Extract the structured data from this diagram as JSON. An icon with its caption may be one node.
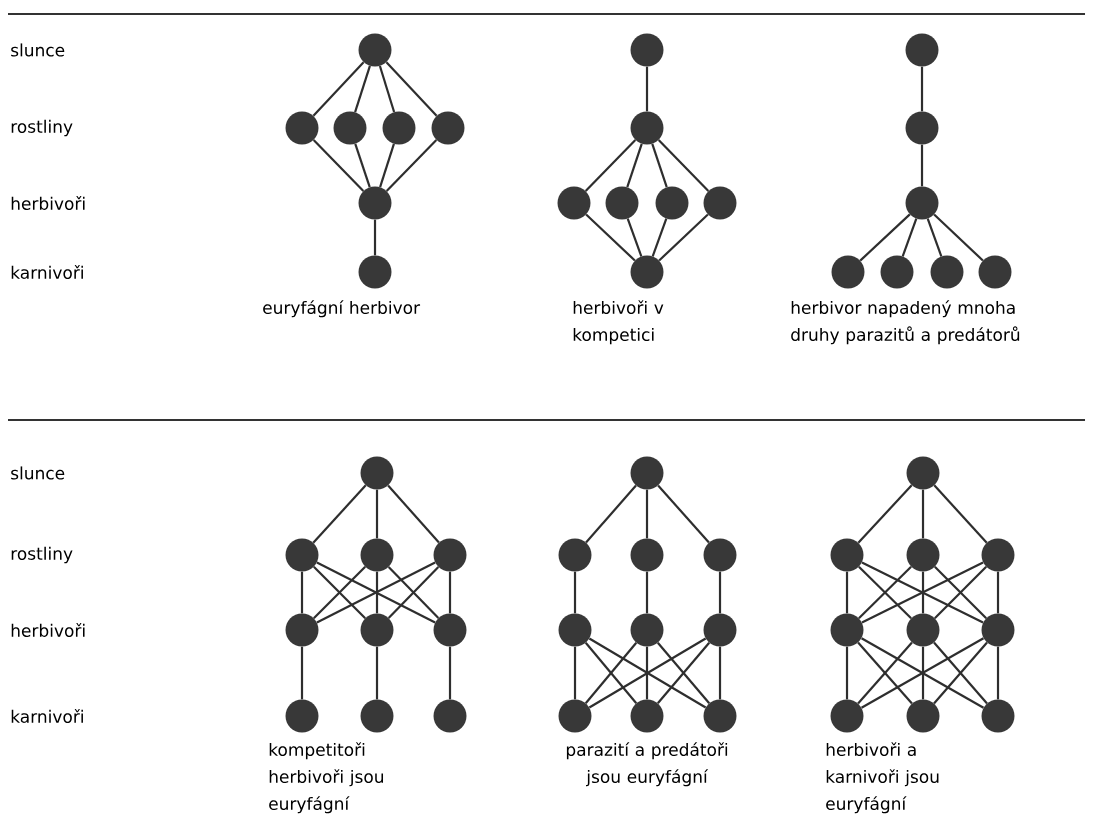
{
  "diagram": {
    "nodes": [
      {
        "text": [],
        "shape": "circle"
      },
      {
        "text": [],
        "shape": "circle"
      },
      {
        "text": [],
        "shape": "circle"
      },
      {
        "text": [],
        "shape": "circle"
      },
      {
        "text": [],
        "shape": "circle"
      },
      {
        "text": [],
        "shape": "circle"
      },
      {
        "text": [],
        "shape": "circle"
      },
      {
        "text": [],
        "shape": "circle"
      },
      {
        "text": [],
        "shape": "circle"
      },
      {
        "text": [],
        "shape": "circle"
      },
      {
        "text": [],
        "shape": "circle"
      },
      {
        "text": [],
        "shape": "circle"
      },
      {
        "text": [],
        "shape": "circle"
      },
      {
        "text": [],
        "shape": "circle"
      },
      {
        "text": [],
        "shape": "circle"
      },
      {
        "text": [],
        "shape": "circle"
      },
      {
        "text": [],
        "shape": "circle"
      },
      {
        "text": [],
        "shape": "circle"
      },
      {
        "text": [],
        "shape": "circle"
      },
      {
        "text": [],
        "shape": "circle"
      },
      {
        "text": [],
        "shape": "circle"
      },
      {
        "text": [],
        "shape": "circle"
      },
      {
        "text": [],
        "shape": "circle"
      },
      {
        "text": [],
        "shape": "circle"
      },
      {
        "text": [],
        "shape": "circle"
      },
      {
        "text": [],
        "shape": "circle"
      },
      {
        "text": [],
        "shape": "circle"
      },
      {
        "text": [],
        "shape": "circle"
      },
      {
        "text": [],
        "shape": "circle"
      },
      {
        "text": [],
        "shape": "circle"
      },
      {
        "text": [],
        "shape": "circle"
      },
      {
        "text": [],
        "shape": "circle"
      },
      {
        "text": [],
        "shape": "circle"
      },
      {
        "text": [],
        "shape": "circle"
      },
      {
        "text": [],
        "shape": "circle"
      },
      {
        "text": [],
        "shape": "circle"
      },
      {
        "text": [],
        "shape": "circle"
      },
      {
        "text": [],
        "shape": "circle"
      },
      {
        "text": [],
        "shape": "circle"
      },
      {
        "text": [],
        "shape": "circle"
      },
      {
        "text": [],
        "shape": "circle"
      },
      {
        "text": [],
        "shape": "circle"
      },
      {
        "text": [],
        "shape": "circle"
      },
      {
        "text": [],
        "shape": "circle"
      },
      {
        "text": [],
        "shape": "circle"
      },
      {
        "text": [],
        "shape": "circle"
      },
      {
        "text": [],
        "shape": "circle"
      },
      {
        "text": [],
        "shape": "circle"
      },
      {
        "text": [],
        "shape": "circle"
      },
      {
        "text": [],
        "shape": "circle"
      },
      {
        "text": [],
        "shape": "circle"
      }
    ],
    "edges": [
      {
        "from": 0,
        "to": 1,
        "arrow": "none"
      },
      {
        "from": 0,
        "to": 2,
        "arrow": "none"
      },
      {
        "from": 0,
        "to": 3,
        "arrow": "none"
      },
      {
        "from": 0,
        "to": 4,
        "arrow": "none"
      },
      {
        "from": 1,
        "to": 5,
        "arrow": "none"
      },
      {
        "from": 2,
        "to": 5,
        "arrow": "none"
      },
      {
        "from": 3,
        "to": 5,
        "arrow": "none"
      },
      {
        "from": 4,
        "to": 5,
        "arrow": "none"
      },
      {
        "from": 5,
        "to": 6,
        "arrow": "none"
      },
      {
        "from": 7,
        "to": 8,
        "arrow": "none"
      },
      {
        "from": 8,
        "to": 9,
        "arrow": "none"
      },
      {
        "from": 8,
        "to": 10,
        "arrow": "none"
      },
      {
        "from": 8,
        "to": 11,
        "arrow": "none"
      },
      {
        "from": 8,
        "to": 12,
        "arrow": "none"
      },
      {
        "from": 9,
        "to": 13,
        "arrow": "none"
      },
      {
        "from": 10,
        "to": 13,
        "arrow": "none"
      },
      {
        "from": 11,
        "to": 13,
        "arrow": "none"
      },
      {
        "from": 12,
        "to": 13,
        "arrow": "none"
      },
      {
        "from": 14,
        "to": 15,
        "arrow": "none"
      },
      {
        "from": 15,
        "to": 16,
        "arrow": "none"
      },
      {
        "from": 16,
        "to": 17,
        "arrow": "none"
      },
      {
        "from": 16,
        "to": 18,
        "arrow": "none"
      },
      {
        "from": 16,
        "to": 19,
        "arrow": "none"
      },
      {
        "from": 16,
        "to": 20,
        "arrow": "none"
      },
      {
        "from": 21,
        "to": 22,
        "arrow": "none"
      },
      {
        "from": 21,
        "to": 23,
        "arrow": "none"
      },
      {
        "from": 21,
        "to": 24,
        "arrow": "none"
      },
      {
        "from": 22,
        "to": 25,
        "arrow": "none"
      },
      {
        "from": 22,
        "to": 26,
        "arrow": "none"
      },
      {
        "from": 22,
        "to": 27,
        "arrow": "none"
      },
      {
        "from": 23,
        "to": 25,
        "arrow": "none"
      },
      {
        "from": 23,
        "to": 26,
        "arrow": "none"
      },
      {
        "from": 23,
        "to": 27,
        "arrow": "none"
      },
      {
        "from": 24,
        "to": 25,
        "arrow": "none"
      },
      {
        "from": 24,
        "to": 26,
        "arrow": "none"
      },
      {
        "from": 24,
        "to": 27,
        "arrow": "none"
      },
      {
        "from": 25,
        "to": 28,
        "arrow": "none"
      },
      {
        "from": 26,
        "to": 29,
        "arrow": "none"
      },
      {
        "from": 27,
        "to": 30,
        "arrow": "none"
      },
      {
        "from": 31,
        "to": 32,
        "arrow": "none"
      },
      {
        "from": 31,
        "to": 33,
        "arrow": "none"
      },
      {
        "from": 31,
        "to": 34,
        "arrow": "none"
      },
      {
        "from": 32,
        "to": 35,
        "arrow": "none"
      },
      {
        "from": 33,
        "to": 36,
        "arrow": "none"
      },
      {
        "from": 34,
        "to": 37,
        "arrow": "none"
      },
      {
        "from": 35,
        "to": 38,
        "arrow": "none"
      },
      {
        "from": 35,
        "to": 39,
        "arrow": "none"
      },
      {
        "from": 35,
        "to": 40,
        "arrow": "none"
      },
      {
        "from": 36,
        "to": 38,
        "arrow": "none"
      },
      {
        "from": 36,
        "to": 39,
        "arrow": "none"
      },
      {
        "from": 36,
        "to": 40,
        "arrow": "none"
      },
      {
        "from": 37,
        "to": 38,
        "arrow": "none"
      },
      {
        "from": 37,
        "to": 39,
        "arrow": "none"
      },
      {
        "from": 37,
        "to": 40,
        "arrow": "none"
      },
      {
        "from": 41,
        "to": 42,
        "arrow": "none"
      },
      {
        "from": 41,
        "to": 43,
        "arrow": "none"
      },
      {
        "from": 41,
        "to": 44,
        "arrow": "none"
      },
      {
        "from": 42,
        "to": 45,
        "arrow": "none"
      },
      {
        "from": 42,
        "to": 46,
        "arrow": "none"
      },
      {
        "from": 42,
        "to": 47,
        "arrow": "none"
      },
      {
        "from": 43,
        "to": 45,
        "arrow": "none"
      },
      {
        "from": 43,
        "to": 46,
        "arrow": "none"
      },
      {
        "from": 43,
        "to": 47,
        "arrow": "none"
      },
      {
        "from": 44,
        "to": 45,
        "arrow": "none"
      },
      {
        "from": 44,
        "to": 46,
        "arrow": "none"
      },
      {
        "from": 44,
        "to": 47,
        "arrow": "none"
      },
      {
        "from": 45,
        "to": 48,
        "arrow": "none"
      },
      {
        "from": 45,
        "to": 49,
        "arrow": "none"
      },
      {
        "from": 45,
        "to": 50,
        "arrow": "none"
      },
      {
        "from": 46,
        "to": 48,
        "arrow": "none"
      },
      {
        "from": 46,
        "to": 49,
        "arrow": "none"
      },
      {
        "from": 46,
        "to": 50,
        "arrow": "none"
      },
      {
        "from": 47,
        "to": 48,
        "arrow": "none"
      },
      {
        "from": 47,
        "to": 49,
        "arrow": "none"
      },
      {
        "from": 47,
        "to": 50,
        "arrow": "none"
      }
    ],
    "labels": [
      "slunce",
      "rostliny",
      "herbivoři",
      "karnivoři",
      "euryfágní herbivor",
      "herbivoři v kompetici",
      "herbivor napadený mnoha druhy parazitů a predátorů",
      "slunce",
      "rostliny",
      "herbivoři",
      "karnivoři",
      "kompetitoři herbivoři jsou euryfágní",
      "parazití a predátoři jsou euryfágní",
      "herbivoři a karnivoři jsou euryfágní"
    ]
  }
}
